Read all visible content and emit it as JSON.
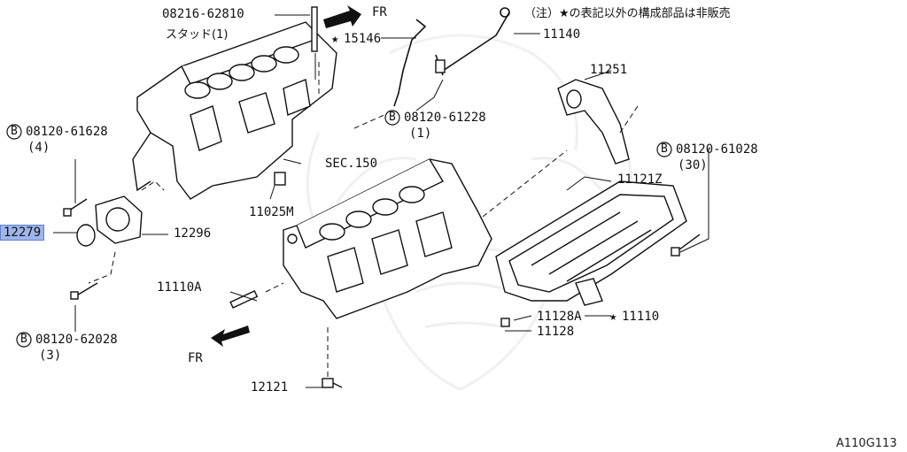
{
  "note": "（注）★の表記以外の構成部品は非販売",
  "diagram_code": "A110G113",
  "labels": {
    "p08216": "08216-62810",
    "stud": "スタッド(1)",
    "fr_top": "FR",
    "p15146": "15146",
    "p11140": "11140",
    "p08120_61228": "08120-61228",
    "p08120_61228_qty": "(1)",
    "p11251": "11251",
    "p08120_61628": "08120-61628",
    "p08120_61628_qty": "(4)",
    "sec150": "SEC.150",
    "p08120_61028": "08120-61028",
    "p08120_61028_qty": "(30)",
    "p11121z": "11121Z",
    "p11025m": "11025M",
    "p12279": "12279",
    "p12296": "12296",
    "p11110a": "11110A",
    "p11128a": "11128A",
    "p11110": "11110",
    "p11128": "11128",
    "p08120_62028": "08120-62028",
    "p08120_62028_qty": "(3)",
    "fr_bottom": "FR",
    "p12121": "12121"
  },
  "symbols": {
    "bolt_marker": "B",
    "star": "★"
  }
}
